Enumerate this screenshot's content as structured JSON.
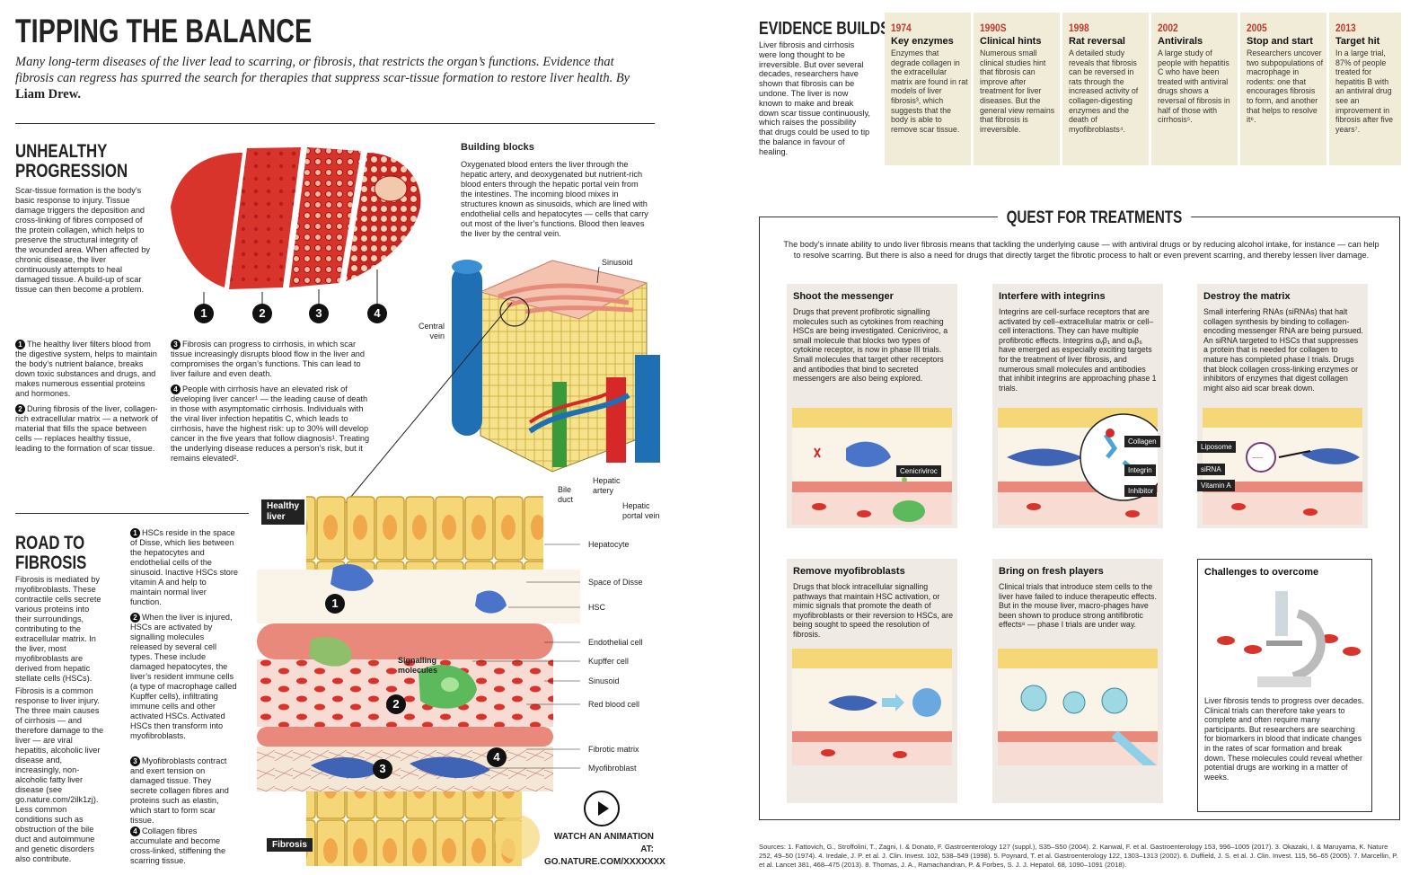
{
  "header": {
    "title": "TIPPING THE BALANCE",
    "intro": "Many long-term diseases of the liver lead to scarring, or fibrosis, that restricts the organ’s functions. Evidence that fibrosis can regress has spurred the search for therapies that suppress scar-tissue formation to restore liver health. By",
    "author": "Liam Drew."
  },
  "unhealthy": {
    "heading_line1": "UNHEALTHY",
    "heading_line2": "PROGRESSION",
    "text": "Scar-tissue formation is the body’s basic response to injury. Tissue damage triggers the deposition and cross-linking of fibres composed of the protein collagen, which helps to preserve the structural integrity of the wounded area. When affected by chronic disease, the liver continuously attempts to heal damaged tissue. A build-up of scar tissue can then become a problem.",
    "stage_numbers": [
      "1",
      "2",
      "3",
      "4"
    ],
    "steps": [
      {
        "n": "1",
        "text": "The healthy liver filters blood from the digestive system, helps to maintain the body’s nutrient balance, breaks down toxic substances and drugs, and makes numerous essential proteins and hormones."
      },
      {
        "n": "2",
        "text": "During fibrosis of the liver, collagen-rich extracellular matrix — a network of material that fills the space between cells — replaces healthy tissue, leading to the formation of scar tissue."
      },
      {
        "n": "3",
        "text": "Fibrosis can progress to cirrhosis, in which scar tissue increasingly disrupts blood flow in the liver and compromises the organ’s functions. This can lead to liver failure and even death."
      },
      {
        "n": "4",
        "text": "People with cirrhosis have an elevated risk of developing liver cancer¹ — the leading cause of death in those with asymptomatic cirrhosis. Individuals with the viral liver infection hepatitis C, which leads to cirrhosis, have the highest risk: up to 30% will develop cancer in the five years that follow diagnosis¹. Treating the underlying disease reduces a person’s risk, but it remains elevated²."
      }
    ]
  },
  "building_blocks": {
    "title": "Building blocks",
    "text": "Oxygenated blood enters the liver through the hepatic artery, and deoxygenated but nutrient-rich blood enters through the hepatic portal vein from the intestines. The incoming blood mixes in structures known as sinusoids, which are lined with endothelial cells and hepatocytes — cells that carry out most of the liver’s functions. Blood then leaves the liver by the central vein.",
    "labels": {
      "sinusoid": "Sinusoid",
      "central_vein": "Central\nvein",
      "bile_duct": "Bile\nduct",
      "hepatic_artery": "Hepatic\nartery",
      "hepatic_portal_vein": "Hepatic\nportal vein"
    }
  },
  "road": {
    "heading_line1": "ROAD TO",
    "heading_line2": "FIBROSIS",
    "text1": "Fibrosis is mediated by myofibroblasts. These contractile cells secrete various proteins into their surroundings, contributing to the extracellular matrix. In the liver, most myofibroblasts are derived from hepatic stellate cells (HSCs).",
    "text2": "Fibrosis is a common response to liver injury. The three main causes of cirrhosis — and therefore damage to the liver — are viral hepatitis, alcoholic liver disease and, increasingly, non-alcoholic fatty liver disease (see go.nature.com/2ilk1zj). Less common conditions such as obstruction of the bile duct and autoimmune and genetic disorders also contribute.",
    "steps": [
      {
        "n": "1",
        "text": "HSCs reside in the space of Disse, which lies between the hepatocytes and endothelial cells of the sinusoid. Inactive HSCs store vitamin A and help to maintain normal liver function."
      },
      {
        "n": "2",
        "text": "When the liver is injured, HSCs are activated by signalling molecules released by several cell types. These include damaged hepatocytes, the liver’s resident immune cells (a type of macrophage called Kupffer cells), infiltrating immune cells and other activated HSCs. Activated HSCs then transform into myofibroblasts."
      },
      {
        "n": "3",
        "text": "Myofibroblasts contract and exert tension on damaged tissue. They secrete collagen fibres and proteins such as elastin, which start to form scar tissue."
      },
      {
        "n": "4",
        "text": "Collagen fibres accumulate and become cross-linked, stiffening the scarring tissue."
      }
    ],
    "tags": {
      "healthy": "Healthy\nliver",
      "fibrosis": "Fibrosis"
    },
    "diagram_numbers": [
      "1",
      "2",
      "3",
      "4"
    ],
    "labels": [
      "Hepatocyte",
      "Space of Disse",
      "HSC",
      "Endothelial cell",
      "Kupffer cell",
      "Sinusoid",
      "Red blood cell",
      "Fibrotic matrix",
      "Myofibroblast"
    ],
    "signalling": "Signalling\nmolecules",
    "animation_line1": "WATCH AN ANIMATION AT:",
    "animation_line2": "GO.NATURE.COM/XXXXXXX"
  },
  "evidence": {
    "heading": "EVIDENCE BUILDS",
    "text": "Liver fibrosis and cirrhosis were long thought to be irreversible. But over several decades, researchers have shown that fibrosis can be undone. The liver is now known to make and break down scar tissue continuously, which raises the possibility that drugs could be used to tip the balance in favour of healing.",
    "timeline": [
      {
        "year": "1974",
        "head": "Key enzymes",
        "text": "Enzymes that degrade collagen in the extracellular matrix are found in rat models of liver fibrosis³, which suggests that the body is able to remove scar tissue."
      },
      {
        "year": "1990S",
        "head": "Clinical hints",
        "text": "Numerous small clinical studies hint that fibrosis can improve after treatment for liver diseases. But the general view remains that fibrosis is irreversible."
      },
      {
        "year": "1998",
        "head": "Rat reversal",
        "text": "A detailed study reveals that fibrosis can be reversed in rats through the increased activity of collagen-digesting enzymes and the death of myofibroblasts⁴."
      },
      {
        "year": "2002",
        "head": "Antivirals",
        "text": "A large study of people with hepatitis C who have been treated with antiviral drugs shows a reversal of fibrosis in half of those with cirrhosis⁵."
      },
      {
        "year": "2005",
        "head": "Stop and start",
        "text": "Researchers uncover two subpopulations of macrophage in rodents: one that encourages fibrosis to form, and another that helps to resolve it⁶."
      },
      {
        "year": "2013",
        "head": "Target hit",
        "text": "In a large trial, 87% of people treated for hepatitis B with an antiviral drug see an improvement in fibrosis after five years⁷."
      }
    ]
  },
  "quest": {
    "title": "QUEST FOR TREATMENTS",
    "intro": "The body’s innate ability to undo liver fibrosis means that tackling the underlying cause — with antiviral drugs or by reducing alcohol intake, for instance — can help to resolve scarring. But there is also a need for drugs that directly target the fibrotic process to halt or even prevent scarring, and thereby lessen liver damage.",
    "panels": [
      {
        "title": "Shoot the messenger",
        "text": "Drugs that prevent profibrotic signalling molecules such as cytokines from reaching HSCs are being investigated. Cenicriviroc, a small molecule that blocks two types of cytokine receptor, is now in phase III trials. Small molecules that target other receptors and antibodies that bind to secreted messengers are also being explored."
      },
      {
        "title": "Interfere with integrins",
        "text": "Integrins are cell-surface receptors that are activated by cell–extracellular matrix or cell–cell interactions. They can have multiple profibrotic effects. Integrins αᵥβ₁ and αᵥβ₆ have emerged as especially exciting targets for the treatment of liver fibrosis, and numerous small molecules and antibodies that inhibit integrins are approaching phase 1 trials."
      },
      {
        "title": "Destroy the matrix",
        "text": "Small interfering RNAs (siRNAs) that halt collagen synthesis by binding to collagen-encoding messenger RNA are being pursued. An siRNA targeted to HSCs that suppresses a protein that is needed for collagen to mature has completed phase I trials. Drugs that block collagen cross-linking enzymes or inhibitors of enzymes that digest collagen might also aid scar break down."
      },
      {
        "title": "Remove myofibroblasts",
        "text": "Drugs that block intracellular signalling pathways that maintain HSC activation, or mimic signals that promote the death of myofibroblasts or their reversion to HSCs, are being sought to speed the resolution of fibrosis."
      },
      {
        "title": "Bring on fresh players",
        "text": "Clinical trials that introduce stem cells to the liver have failed to induce therapeutic effects. But in the mouse liver, macro-phages have been shown to produce strong antifibrotic effects⁸ — phase I trials are under way."
      },
      {
        "title": "Challenges to overcome",
        "text": "Liver fibrosis tends to progress over decades. Clinical trials can therefore take years to complete and often require many participants. But researchers are searching for biomarkers in blood that indicate changes in the rates of scar formation and break down. These molecules could reveal whether potential drugs are working in a matter of weeks."
      }
    ],
    "callouts": {
      "cenicriviroc": "Cenicriviroc",
      "collagen": "Collagen",
      "integrin": "Integrin",
      "inhibitor": "Inhibitor",
      "liposome": "Liposome",
      "sirna": "siRNA",
      "vitamin_a": "Vitamin A"
    }
  },
  "sources": "Sources: 1. Fattovich, G., Stroffolini, T., Zagni, I. & Donato, F. Gastroenterology 127 (suppl.), S35–S50 (2004). 2. Kanwal, F. et al. Gastroenterology 153, 996–1005 (2017). 3. Okazaki, I. & Maruyama, K. Nature 252, 49–50 (1974). 4. Iredale, J. P. et al. J. Clin. Invest. 102, 538–549 (1998). 5. Poynard, T. et al. Gastroenterology 122, 1303–1313 (2002). 6. Duffield, J. S. et al. J. Clin. Invest. 115, 56–65 (2005). 7. Marcellin, P. et al. Lancet 381, 468–475 (2013). 8. Thomas, J. A., Ramachandran, P. & Forbes, S. J. J. Hepatol. 68, 1090–1091 (2018).",
  "colors": {
    "accent_red": "#c0392b",
    "liver_red": "#d9342b",
    "vein_blue": "#1f6fb5",
    "artery_red": "#d62828",
    "bile_green": "#3a9a3a",
    "card_beige": "#f1ecd7",
    "panel_grey": "#efebe4"
  }
}
